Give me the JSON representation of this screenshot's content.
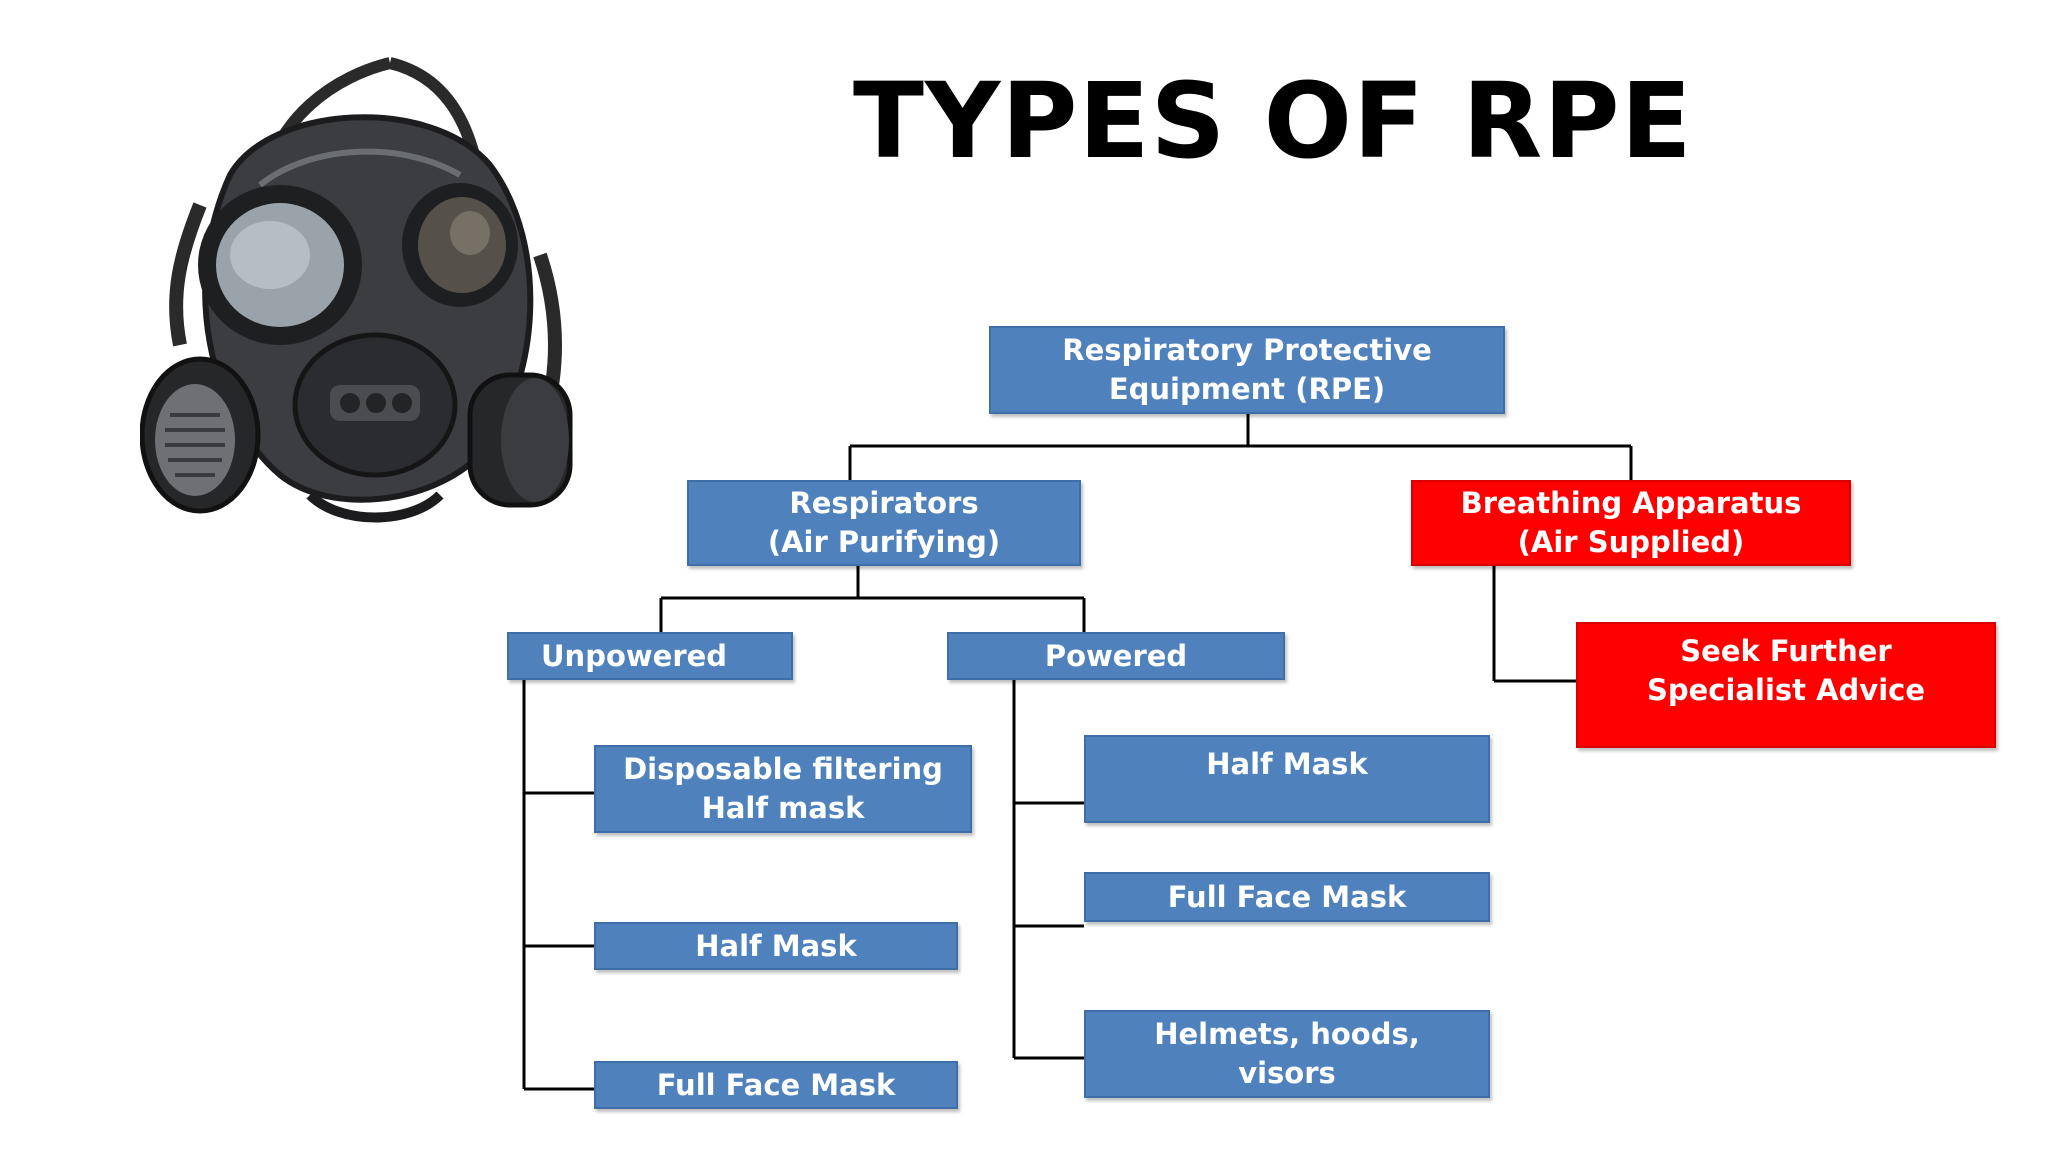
{
  "title": "TYPES OF RPE",
  "image": {
    "icon": "gas-mask-icon"
  },
  "colors": {
    "node_blue": "#4f81bd",
    "node_red": "#ff0000",
    "connector": "#000000",
    "title": "#000000"
  },
  "diagram": {
    "root": "Respiratory Protective\nEquipment (RPE)",
    "respirators": "Respirators\n(Air Purifying)",
    "breathing_apparatus": "Breathing Apparatus\n(Air Supplied)",
    "specialist_advice": "Seek Further\nSpecialist Advice",
    "unpowered": {
      "label": "Unpowered",
      "items": [
        "Disposable filtering\nHalf mask",
        "Half Mask",
        "Full Face Mask"
      ]
    },
    "powered": {
      "label": "Powered",
      "items": [
        "Half Mask",
        "Full Face Mask",
        "Helmets, hoods,\nvisors"
      ]
    }
  }
}
